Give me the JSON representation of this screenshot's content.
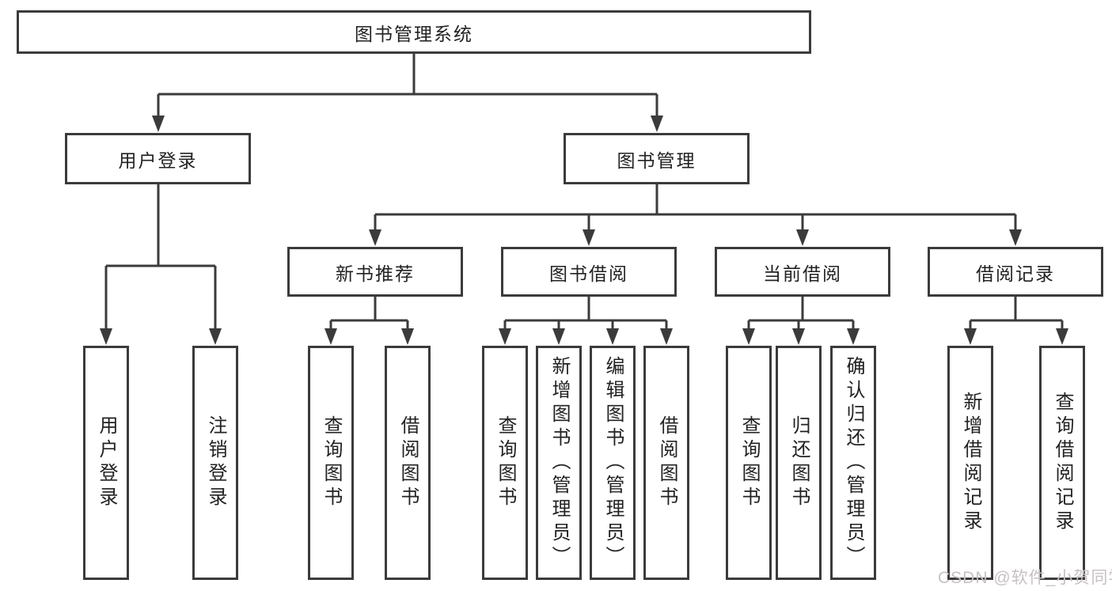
{
  "tree": {
    "label": "图书管理系统",
    "children": [
      {
        "label": "用户登录",
        "children": [
          {
            "label": "用户登录"
          },
          {
            "label": "注销登录"
          }
        ]
      },
      {
        "label": "图书管理",
        "children": [
          {
            "label": "新书推荐",
            "children": [
              {
                "label": "查询图书"
              },
              {
                "label": "借阅图书"
              }
            ]
          },
          {
            "label": "图书借阅",
            "children": [
              {
                "label": "查询图书"
              },
              {
                "label": "新增图书（管理员）"
              },
              {
                "label": "编辑图书（管理员）"
              },
              {
                "label": "借阅图书"
              }
            ]
          },
          {
            "label": "当前借阅",
            "children": [
              {
                "label": "查询图书"
              },
              {
                "label": "归还图书"
              },
              {
                "label": "确认归还（管理员）"
              }
            ]
          },
          {
            "label": "借阅记录",
            "children": [
              {
                "label": "新增借阅记录"
              },
              {
                "label": "查询借阅记录"
              }
            ]
          }
        ]
      }
    ]
  },
  "watermark": {
    "text": "CSDN @软件_小贺同学"
  },
  "colors": {
    "background": "#ffffff",
    "line": "#3b3b3b",
    "box_border": "#3b3b3b",
    "text": "#222222",
    "watermark": "#c9c1c1"
  }
}
